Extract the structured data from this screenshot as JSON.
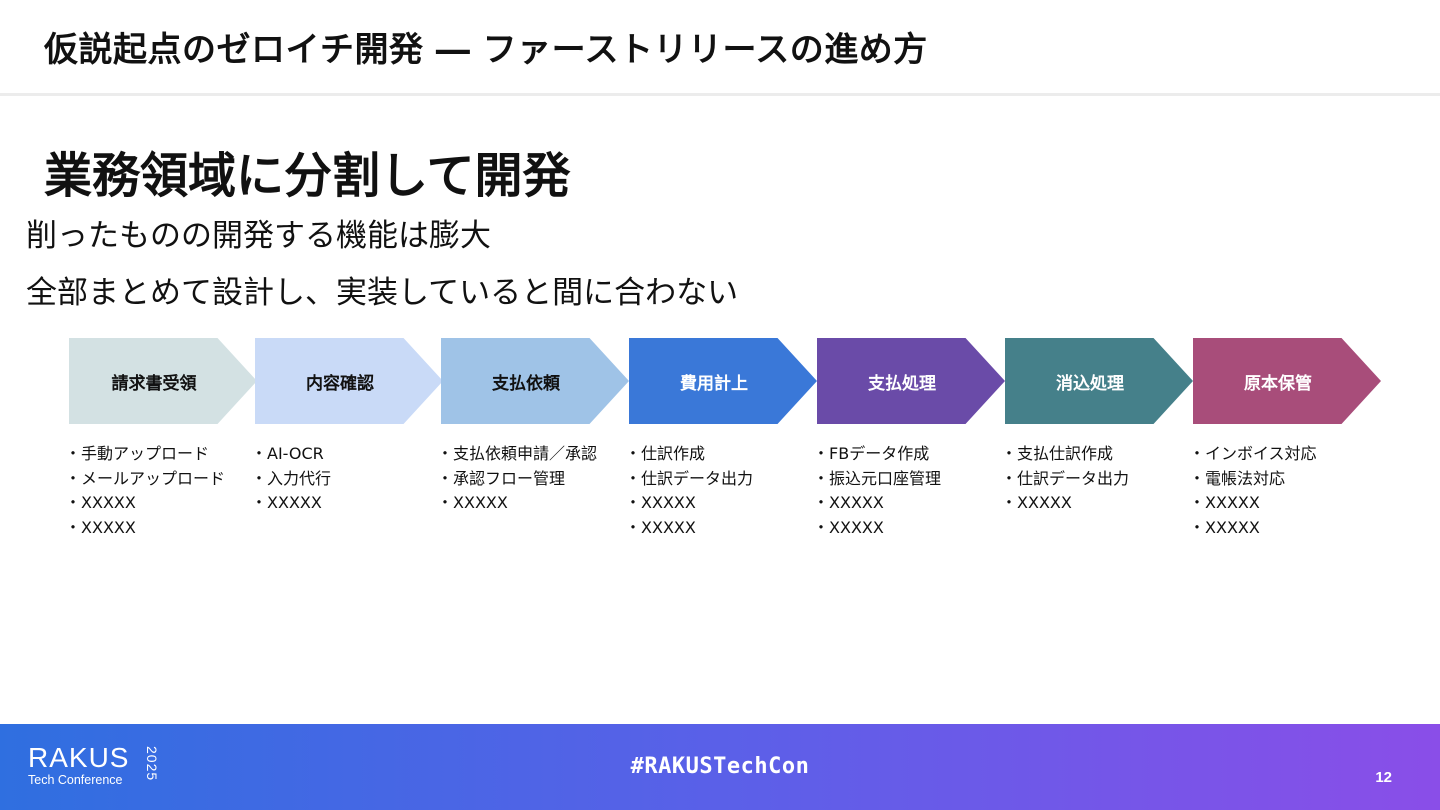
{
  "header": {
    "title": "仮説起点のゼロイチ開発 ― ファーストリリースの進め方"
  },
  "section": {
    "title": "業務領域に分割して開発",
    "lines": [
      "削ったものの開発する機能は膨大",
      "全部まとめて設計し、実装していると間に合わない"
    ]
  },
  "steps": [
    {
      "label": "請求書受領",
      "color": "#d3e1e3",
      "text_color": "#111111",
      "items": [
        "手動アップロード",
        "メールアップロード",
        "XXXXX",
        "XXXXX"
      ]
    },
    {
      "label": "内容確認",
      "color": "#c9daf7",
      "text_color": "#111111",
      "items": [
        "AI-OCR",
        "入力代行",
        "XXXXX"
      ]
    },
    {
      "label": "支払依頼",
      "color": "#9fc3e7",
      "text_color": "#111111",
      "items": [
        "支払依頼申請／承認",
        "承認フロー管理",
        "XXXXX"
      ]
    },
    {
      "label": "費用計上",
      "color": "#3a78d8",
      "text_color": "#ffffff",
      "items": [
        "仕訳作成",
        "仕訳データ出力",
        "XXXXX",
        "XXXXX"
      ]
    },
    {
      "label": "支払処理",
      "color": "#6a4ba8",
      "text_color": "#ffffff",
      "items": [
        "FBデータ作成",
        "振込元口座管理",
        "XXXXX",
        "XXXXX"
      ]
    },
    {
      "label": "消込処理",
      "color": "#45808a",
      "text_color": "#ffffff",
      "items": [
        "支払仕訳作成",
        "仕訳データ出力",
        "XXXXX"
      ]
    },
    {
      "label": "原本保管",
      "color": "#a84d7a",
      "text_color": "#ffffff",
      "items": [
        "インボイス対応",
        "電帳法対応",
        "XXXXX",
        "XXXXX"
      ]
    }
  ],
  "footer": {
    "logo_main": "RAKUS",
    "logo_sub": "Tech Conference",
    "logo_year": "2025",
    "hashtag": "#RAKUSTechCon",
    "page_number": "12"
  }
}
